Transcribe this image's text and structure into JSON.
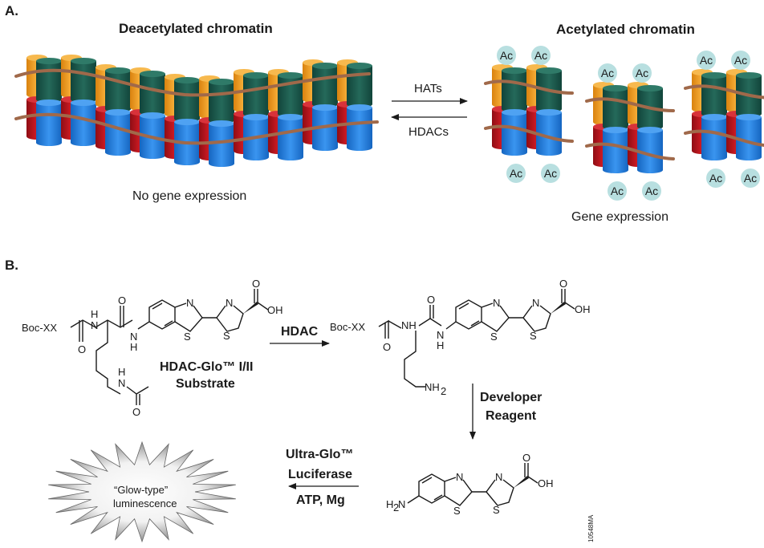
{
  "panel_a": {
    "label": "A.",
    "deacetylated_title": "Deacetylated chromatin",
    "acetylated_title": "Acetylated chromatin",
    "forward_enzyme": "HATs",
    "reverse_enzyme": "HDACs",
    "no_expression": "No gene expression",
    "expression": "Gene expression",
    "acetyl_mark": "Ac"
  },
  "panel_b": {
    "label": "B.",
    "substrate_name_line1": "HDAC-Glo™ I/II",
    "substrate_name_line2": "Substrate",
    "step1_enzyme": "HDAC",
    "step2_line1": "Developer",
    "step2_line2": "Reagent",
    "step3_line1": "Ultra-Glo™",
    "step3_line2": "Luciferase",
    "step3_line3": "ATP, Mg",
    "glow_line1": "“Glow-type”",
    "glow_line2": "luminescence",
    "boc": "Boc-XX",
    "atoms": {
      "N": "N",
      "S": "S",
      "O": "O",
      "H": "H",
      "OH": "OH",
      "NH": "NH",
      "NH2": "NH",
      "sub2": "2",
      "H2N": "H",
      "H2N_tail": "N"
    },
    "catalog_id": "10548MA"
  },
  "colors": {
    "orange": "#f5a623",
    "dark_green": "#1e5a4a",
    "red": "#c0141c",
    "blue": "#1f7fe0",
    "dna_brown": "#a0694a",
    "ac_circle": "#b8dfe0"
  }
}
